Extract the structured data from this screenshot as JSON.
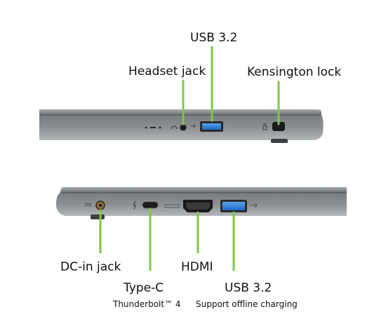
{
  "colors": {
    "leader_line": "#7ac943",
    "laptop_body": "#7c7f82",
    "usb_port": "#2f7fd6",
    "background": "#ffffff"
  },
  "top_view": {
    "labels": {
      "usb": "USB 3.2",
      "headset": "Headset jack",
      "kensington": "Kensington lock"
    }
  },
  "bottom_view": {
    "labels": {
      "dcin": "DC-in jack",
      "typec": "Type-C",
      "typec_sub": "Thunderbolt™ 4",
      "hdmi": "HDMI",
      "usb": "USB 3.2",
      "usb_sub": "Support offline charging"
    }
  },
  "icons": [
    "dc-in-icon",
    "thunderbolt-icon",
    "hdmi-icon",
    "usb-icon",
    "headset-icon",
    "lock-icon"
  ]
}
